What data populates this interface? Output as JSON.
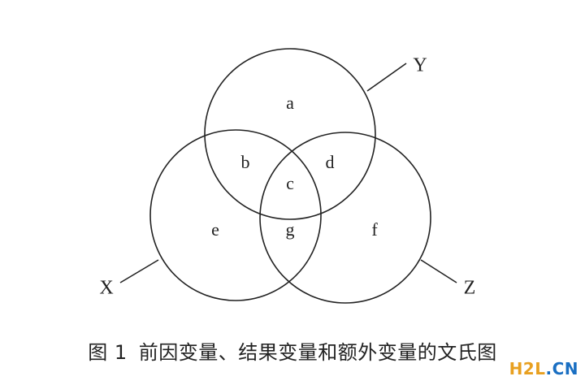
{
  "diagram": {
    "sets": {
      "x": "X",
      "y": "Y",
      "z": "Z"
    },
    "regions": {
      "a": "a",
      "b": "b",
      "c": "c",
      "d": "d",
      "e": "e",
      "f": "f",
      "g": "g"
    }
  },
  "caption": {
    "prefix": "图 1",
    "text": "前因变量、结果变量和额外变量的文氏图"
  },
  "watermark": {
    "text": "H2L.CN",
    "colors": {
      "H2L": "#e8a020",
      "dot": "#1a6fc2",
      "CN": "#1a6fc2"
    }
  }
}
